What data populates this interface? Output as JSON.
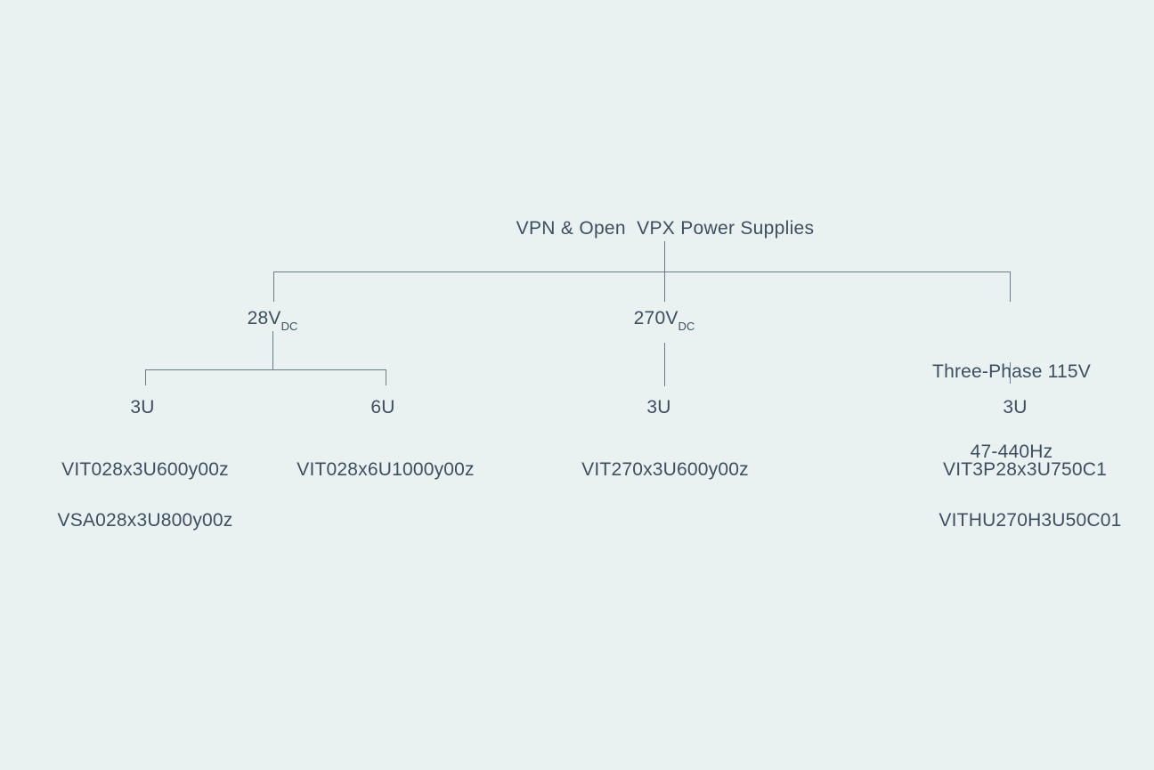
{
  "colors": {
    "background": "#e9f2f1",
    "text": "#3e4e61",
    "line": "#6d7b89"
  },
  "tree": {
    "title": "VPN & Open  VPX Power Supplies",
    "branches": [
      {
        "label_main": "28V",
        "label_sub": "DC",
        "children": [
          {
            "label": "3U",
            "products": [
              "VIT028x3U600y00z",
              "VSA028x3U800y00z"
            ]
          },
          {
            "label": "6U",
            "products": [
              "VIT028x6U1000y00z"
            ]
          }
        ]
      },
      {
        "label_main": "270V",
        "label_sub": "DC",
        "children": [
          {
            "label": "3U",
            "products": [
              "VIT270x3U600y00z"
            ]
          }
        ]
      },
      {
        "label_line1": "Three-Phase 115V",
        "label_line2": "47-440Hz",
        "children": [
          {
            "label": "3U",
            "products": [
              "VIT3P28x3U750C1",
              "VITHU270H3U50C01"
            ]
          }
        ]
      }
    ]
  }
}
